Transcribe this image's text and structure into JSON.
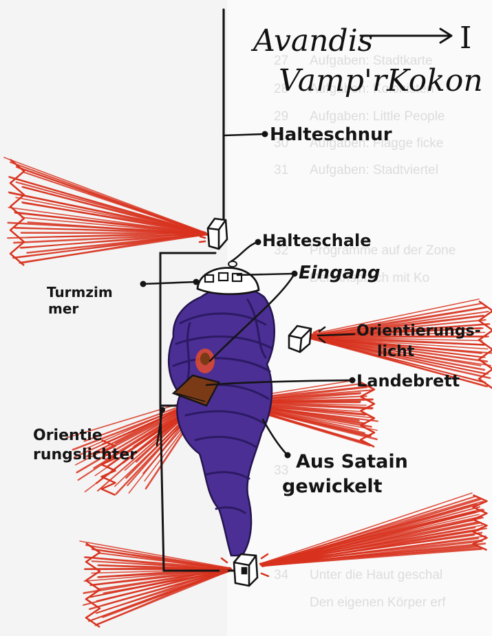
{
  "title": {
    "line1": "Avandis",
    "arrow_target": "I",
    "line2": "Vamp'rKokon"
  },
  "labels": {
    "halteschnur": "Halteschnur",
    "halteschale": "Halteschale",
    "eingang": "Eingang",
    "turmzimmer_line1": "Turmzim",
    "turmzimmer_line2": "mer",
    "orientierungslicht_line1": "Orientierungs-",
    "orientierungslicht_line2": "licht",
    "landebrett": "Landebrett",
    "orientierungslichter_line1": "Orientie",
    "orientierungslichter_line2": "rungslichter",
    "satain_line1": "Aus Satain",
    "satain_line2": "gewickelt"
  },
  "background_page": {
    "numbers": [
      "27",
      "28",
      "29",
      "30",
      "31",
      "32",
      "33",
      "34"
    ],
    "lines": [
      "Aufgaben: Stadtkarte",
      "Aufgaben: Kolonisten",
      "Aufgaben: Little People",
      "Aufgaben: Flagge ficke",
      "Aufgaben: Stadtviertel",
      "Programme auf der Zone",
      "Der Anspruch mit Ko",
      "Unter die Haut geschal",
      "Den eigenen Körper erf"
    ]
  },
  "colors": {
    "cocoon": "#4b2f95",
    "cocoon_shade": "#2c1a63",
    "light_rays": "#d8321e",
    "ink": "#141414",
    "platform": "#7b3a16"
  }
}
